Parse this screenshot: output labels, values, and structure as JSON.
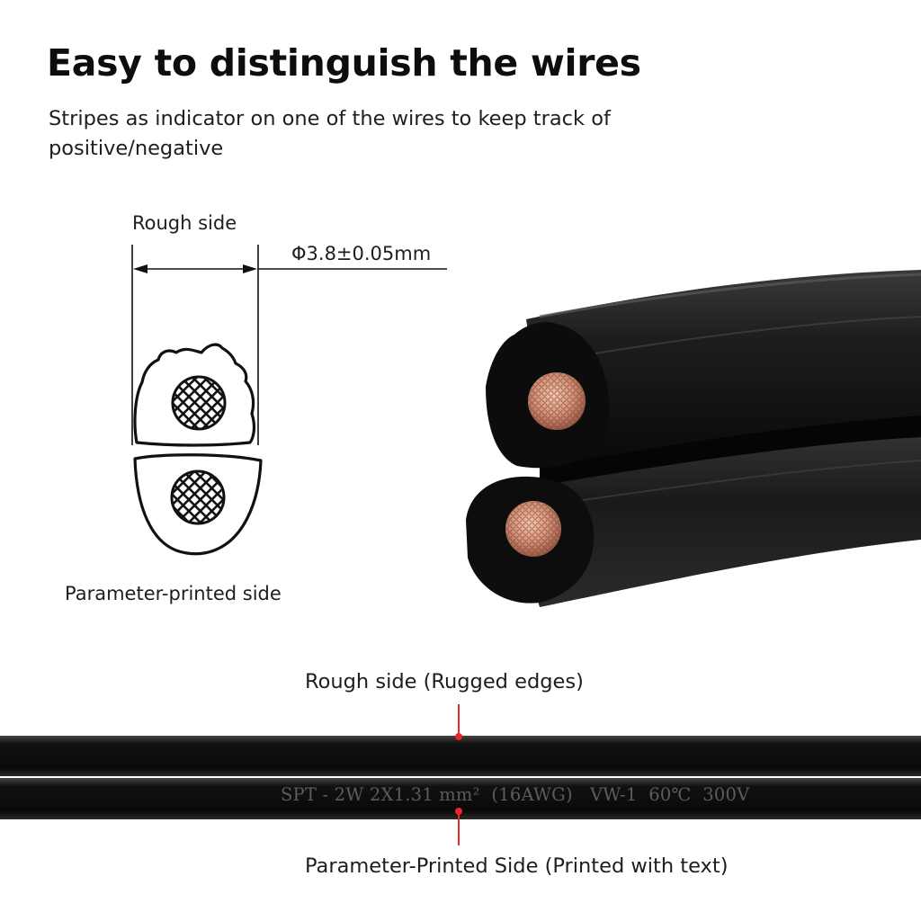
{
  "heading": {
    "title": "Easy to distinguish the wires",
    "subtitle": "Stripes as indicator on one of the wires to keep track of positive/negative"
  },
  "diagram": {
    "rough_side_label": "Rough side",
    "dimension_label": "Φ3.8±0.05mm",
    "parameter_side_label": "Parameter-printed side"
  },
  "cable_strip": {
    "top_label": "Rough side (Rugged edges)",
    "printed_text": "SPT - 2W 2X1.31 mm²  (16AWG)   VW-1  60℃  300V",
    "bottom_label": "Parameter-Printed Side (Printed with text)"
  },
  "colors": {
    "cable_black": "#0b0b0b",
    "copper": "#c9866a",
    "marker_red": "#e8282d",
    "print_gray": "#5c5c5c"
  }
}
